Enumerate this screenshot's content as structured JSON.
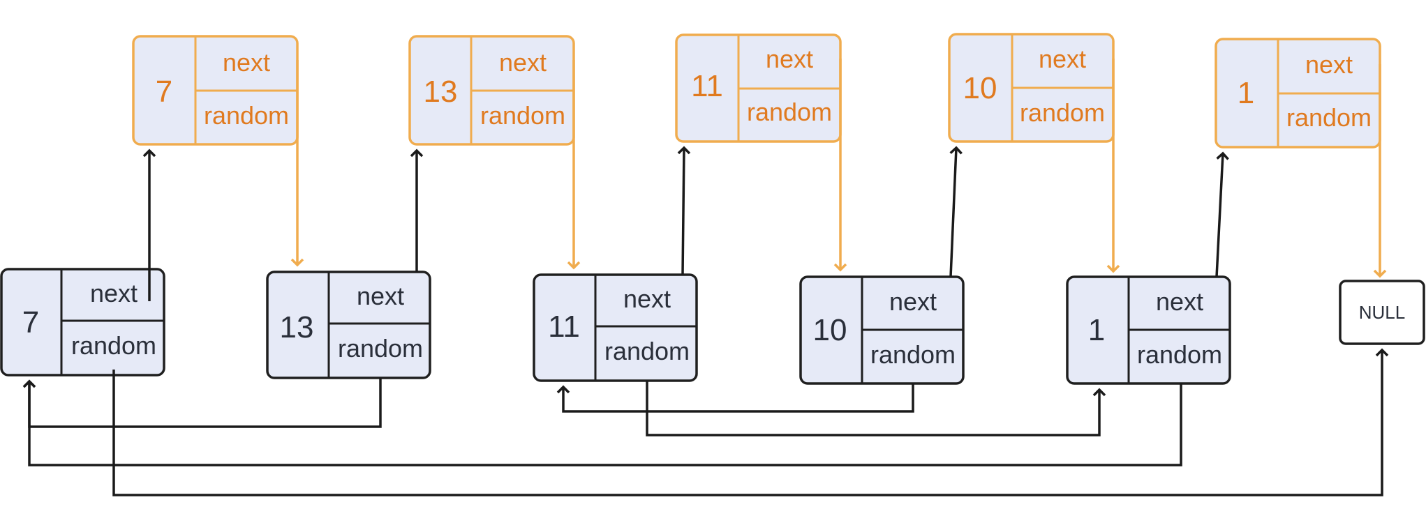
{
  "original_list": [
    {
      "value": "7",
      "next_label": "next",
      "random_label": "random"
    },
    {
      "value": "13",
      "next_label": "next",
      "random_label": "random"
    },
    {
      "value": "11",
      "next_label": "next",
      "random_label": "random"
    },
    {
      "value": "10",
      "next_label": "next",
      "random_label": "random"
    },
    {
      "value": "1",
      "next_label": "next",
      "random_label": "random"
    }
  ],
  "copied_list": [
    {
      "value": "7",
      "next_label": "next",
      "random_label": "random"
    },
    {
      "value": "13",
      "next_label": "next",
      "random_label": "random"
    },
    {
      "value": "11",
      "next_label": "next",
      "random_label": "random"
    },
    {
      "value": "10",
      "next_label": "next",
      "random_label": "random"
    },
    {
      "value": "1",
      "next_label": "next",
      "random_label": "random"
    }
  ],
  "null_label": "NULL",
  "colors": {
    "original_border": "#1f1f1f",
    "copy_border": "#f0ac4e",
    "node_fill": "#e6eaf7",
    "copy_text": "#e07a1f",
    "original_text": "#2a2f3a"
  }
}
